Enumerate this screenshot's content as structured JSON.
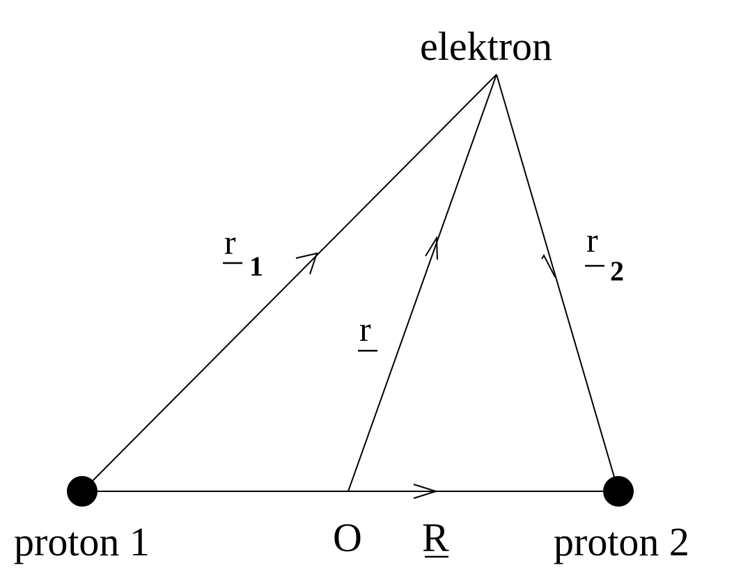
{
  "labels": {
    "electron": "elektron",
    "proton1": "proton 1",
    "proton2": "proton 2",
    "origin": "O",
    "vec_R": "R",
    "vec_r": "r",
    "vec_r1": "r",
    "vec_r1_sub": "1",
    "vec_r2": "r",
    "vec_r2_sub": "2"
  },
  "colors": {
    "ink": "#000000",
    "background": "#ffffff"
  }
}
